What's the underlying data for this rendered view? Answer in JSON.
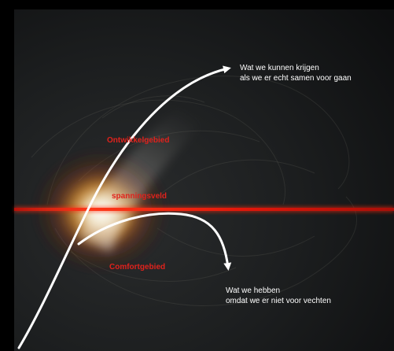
{
  "labels": {
    "top_line1": "Wat we kunnen krijgen",
    "top_line2": "als we er echt samen voor gaan",
    "bottom_line1": "Wat we hebben",
    "bottom_line2": "omdat we er niet voor vechten"
  },
  "zones": {
    "development": "Ontwikkelgebied",
    "tension": "spanningsveld",
    "comfort": "Comfortgebied"
  },
  "colors": {
    "background": "#000000",
    "panel": "#1a1c1d",
    "red_line": "#e3170a",
    "zone_text": "#e0221c",
    "label_text": "#ffffff",
    "arrow": "#ffffff"
  }
}
